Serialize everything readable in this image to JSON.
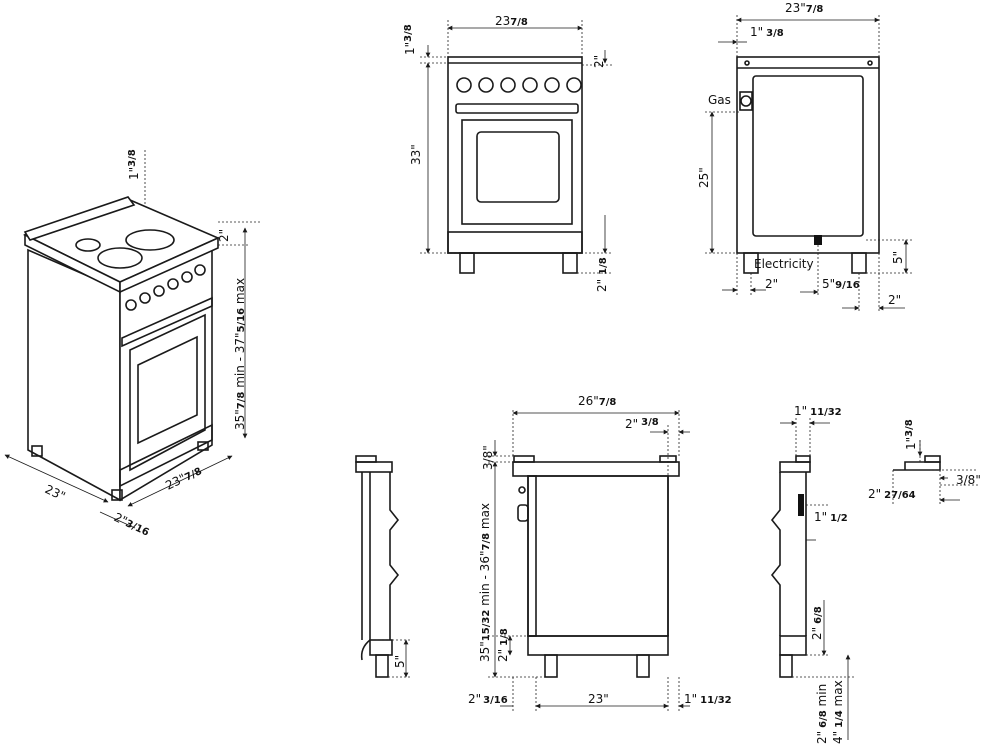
{
  "perspective": {
    "top_gap": "1\"",
    "top_gap_frac": "3/8",
    "knob_gap": "2\"",
    "height": "35\"",
    "height_frac1": "7/8",
    "height_mid": " min - 37\"",
    "height_frac2": "5/16",
    "height_end": " max",
    "width": "23\"",
    "depth": "23\"",
    "depth_frac": "7/8",
    "foot": "2\"",
    "foot_frac": "3/16"
  },
  "front": {
    "width": "23",
    "width_frac": "7/8",
    "top_gap": "1\"",
    "top_gap_frac": "3/8",
    "knob_gap": "2\"",
    "height": "33\"",
    "foot": "2\"",
    "foot_frac": "1/8"
  },
  "rear": {
    "width": "23\"",
    "width_frac": "7/8",
    "gap": "1\"",
    "gap_frac": "3/8",
    "gas_label": "Gas",
    "gas_height": "25\"",
    "electricity_label": "Electricity",
    "foot_height": "5\"",
    "left_offset": "2\"",
    "elec_offset": "5\"",
    "elec_offset_frac": "9/16",
    "right_offset": "2\""
  },
  "side": {
    "width": "26\"",
    "width_frac": "7/8",
    "top_offset": "2\"",
    "top_offset_frac": "3/8",
    "top_gap_frac": "3/8\"",
    "height": "35\"",
    "height_frac1": "15/32",
    "height_mid": " min - 36\"",
    "height_frac2": "7/8",
    "height_end": " max",
    "foot": "2\"",
    "foot_frac": "1/8",
    "front_offset": "2\"",
    "front_offset_frac": "3/16",
    "depth": "23\"",
    "back_offset": "1\"",
    "back_offset_frac": "11/32"
  },
  "wall": {
    "foot": "5\""
  },
  "detail": {
    "top": "1\"",
    "top_frac": "11/32",
    "mid": "1\"",
    "mid_frac": "1/2",
    "low": "2\"",
    "low_frac": "6/8",
    "min_label": "2\"",
    "min_frac": "6/8",
    "min_word": " min",
    "max_label": "4\"",
    "max_frac": "1/4",
    "max_word": " max"
  },
  "small": {
    "top": "1\"",
    "top_frac": "3/8",
    "right": "3/8\"",
    "left": "2\"",
    "left_frac": "27/64"
  }
}
